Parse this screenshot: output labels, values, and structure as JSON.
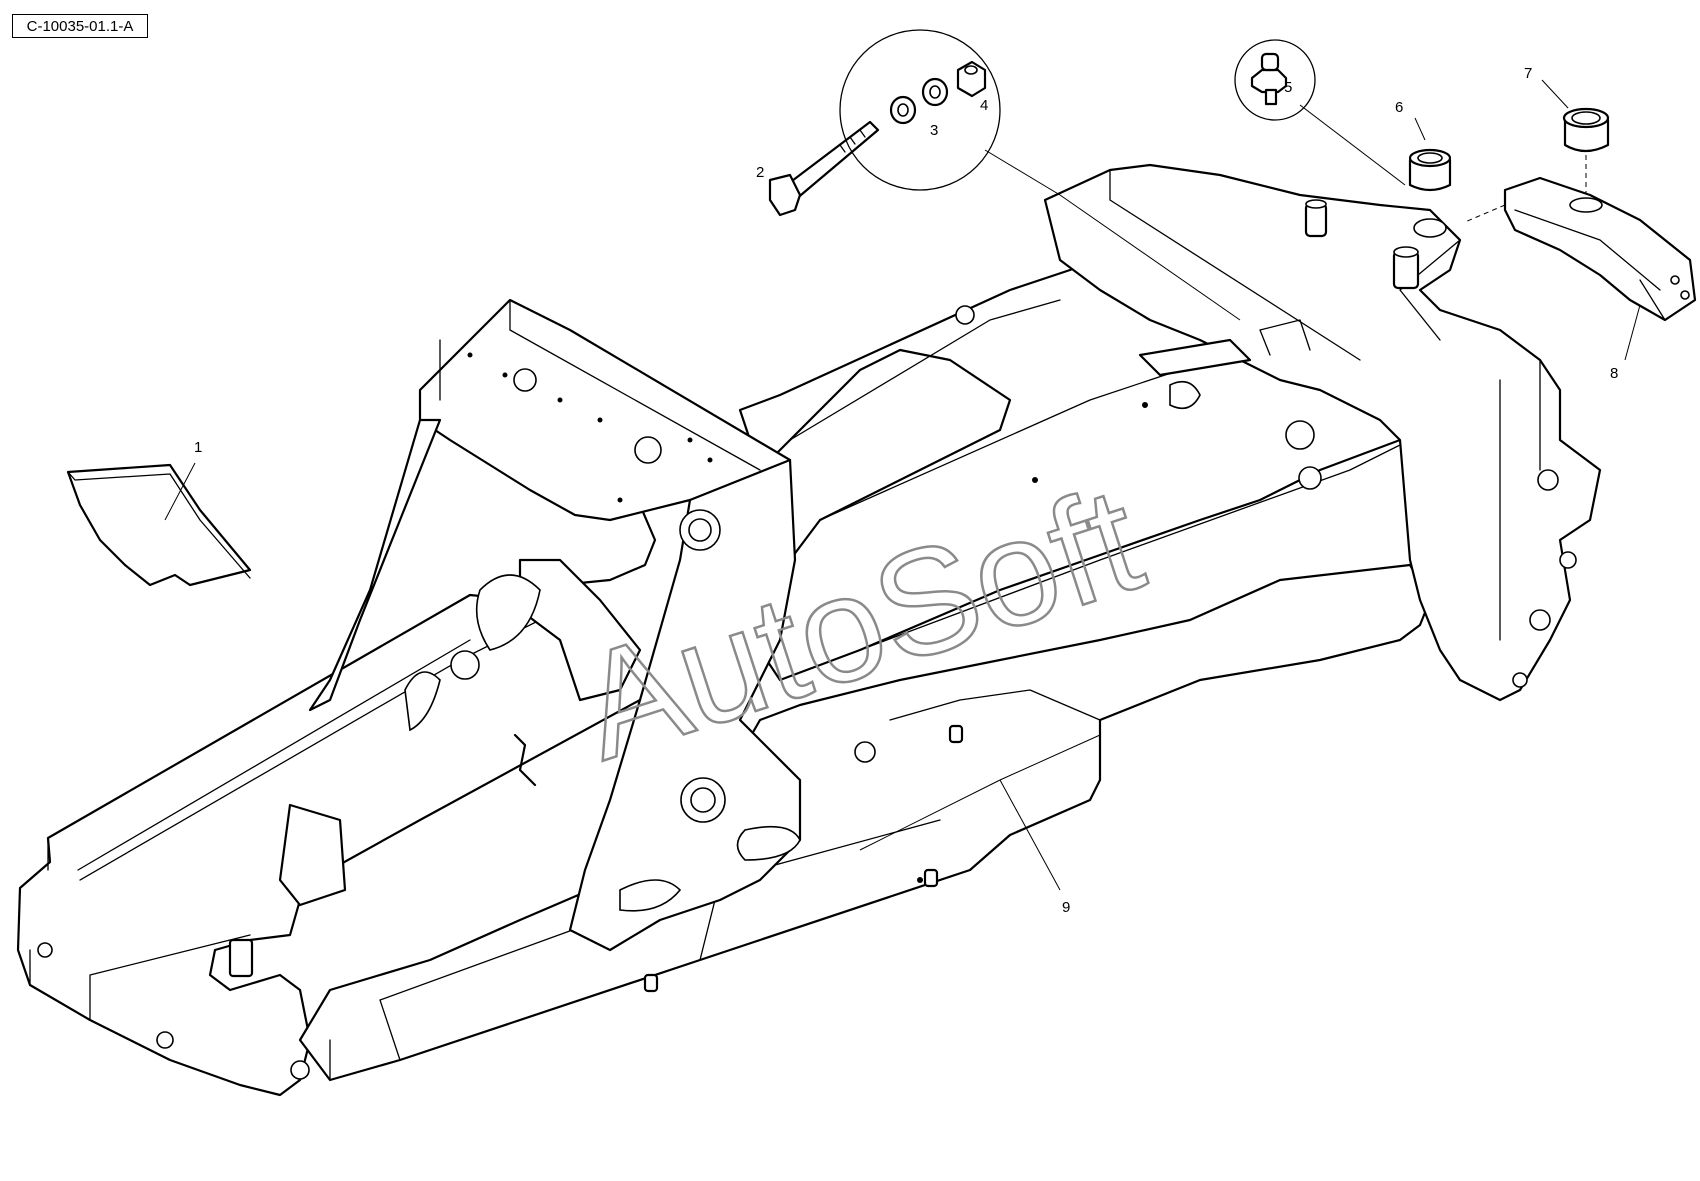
{
  "diagram": {
    "reference_code": "C-10035-01.1-A",
    "watermark": "AutoSoft",
    "callouts": [
      "1",
      "2",
      "3",
      "4",
      "5",
      "6",
      "7",
      "8",
      "9"
    ]
  }
}
